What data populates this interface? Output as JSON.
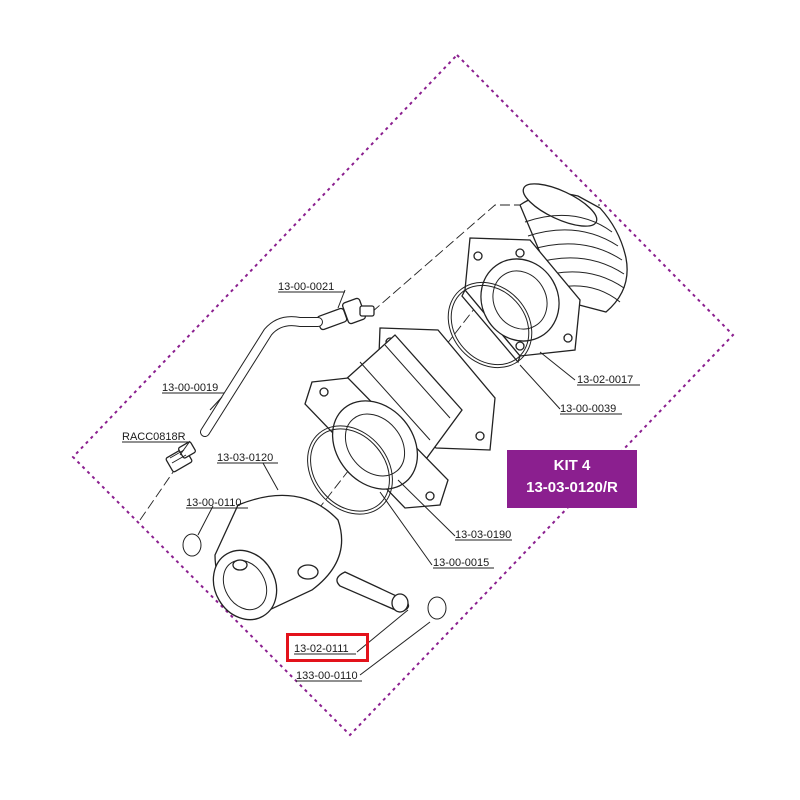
{
  "kit": {
    "title": "KIT 4",
    "code": "13-03-0120/R"
  },
  "labels": {
    "p_13_00_0021": "13-00-0021",
    "p_13_02_0017": "13-02-0017",
    "p_13_00_0039": "13-00-0039",
    "p_13_00_0019": "13-00-0019",
    "p_racc0818r": "RACC0818R",
    "p_13_03_0120": "13-03-0120",
    "p_13_00_0110": "13-00-0110",
    "p_13_03_0190": "13-03-0190",
    "p_13_00_0015": "13-00-0015",
    "p_13_02_0111": "13-02-0111",
    "p_133_00_0110": "133-00-0110"
  },
  "colors": {
    "kit_badge": "#8b1f8f",
    "highlight": "#e3121b",
    "kit_border": "#8b1f8f"
  },
  "highlighted_part": "13-02-0111"
}
